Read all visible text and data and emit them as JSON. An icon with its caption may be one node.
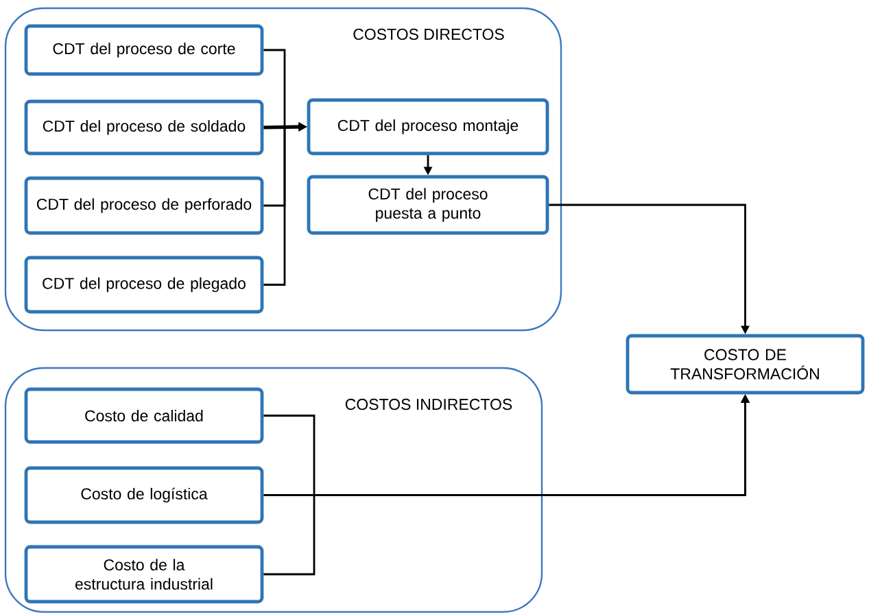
{
  "diagram": {
    "nodes": [
      {
        "text": [
          "COSTOS DIRECTOS"
        ]
      },
      {
        "text": [
          "CDT del proceso de corte"
        ],
        "in": 0
      },
      {
        "text": [
          "CDT del proceso de soldado"
        ],
        "in": 0
      },
      {
        "text": [
          "CDT del proceso de perforado"
        ],
        "in": 0
      },
      {
        "text": [
          "CDT del proceso de plegado"
        ],
        "in": 0
      },
      {
        "text": [
          "CDT del proceso montaje"
        ],
        "in": 0
      },
      {
        "text": [
          "CDT del proceso puesta a punto"
        ],
        "in": 0
      },
      {
        "text": [
          "COSTOS INDIRECTOS"
        ]
      },
      {
        "text": [
          "Costo de calidad"
        ],
        "in": 7
      },
      {
        "text": [
          "Costo de logística"
        ],
        "in": 7
      },
      {
        "text": [
          "Costo de la estructura industrial"
        ],
        "in": 7
      },
      {
        "text": [
          "COSTO DE TRANSFORMACIÓN"
        ]
      }
    ],
    "edges": [
      {
        "from": 1,
        "to": 5,
        "arrow": "to"
      },
      {
        "from": 2,
        "to": 5,
        "arrow": "to",
        "style": "thick"
      },
      {
        "from": 3,
        "to": 5,
        "arrow": "to"
      },
      {
        "from": 4,
        "to": 5,
        "arrow": "to"
      },
      {
        "from": 5,
        "to": 6,
        "arrow": "to"
      },
      {
        "from": 6,
        "to": 11,
        "arrow": "to"
      },
      {
        "from": 8,
        "to": 11,
        "arrow": "to"
      },
      {
        "from": 9,
        "to": 11,
        "arrow": "to"
      },
      {
        "from": 10,
        "to": 11,
        "arrow": "to"
      }
    ]
  }
}
